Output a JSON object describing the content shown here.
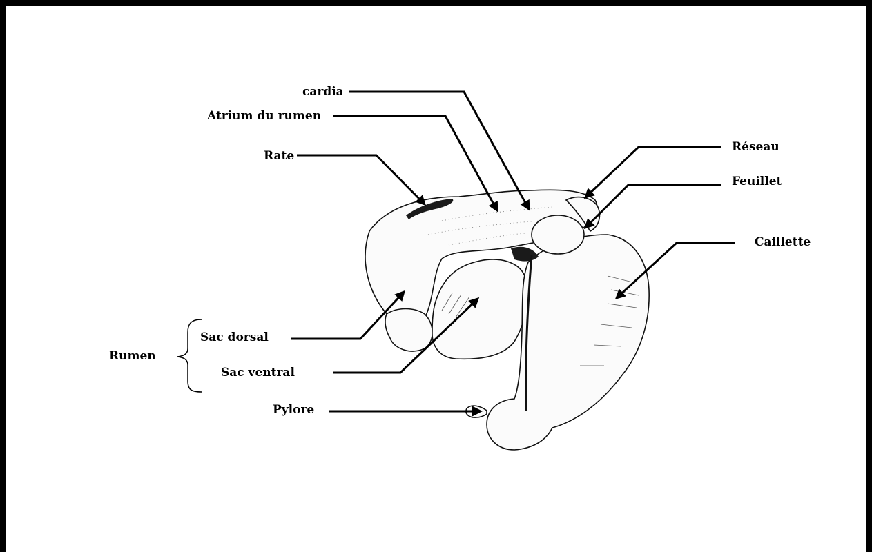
{
  "labels": {
    "cardia": "cardia",
    "atrium": "Atrium du rumen",
    "rate": "Rate",
    "reseau": "Réseau",
    "feuillet": "Feuillet",
    "caillette": "Caillette",
    "rumen": "Rumen",
    "sac_dorsal": "Sac dorsal",
    "sac_ventral": "Sac ventral",
    "pylore": "Pylore"
  }
}
